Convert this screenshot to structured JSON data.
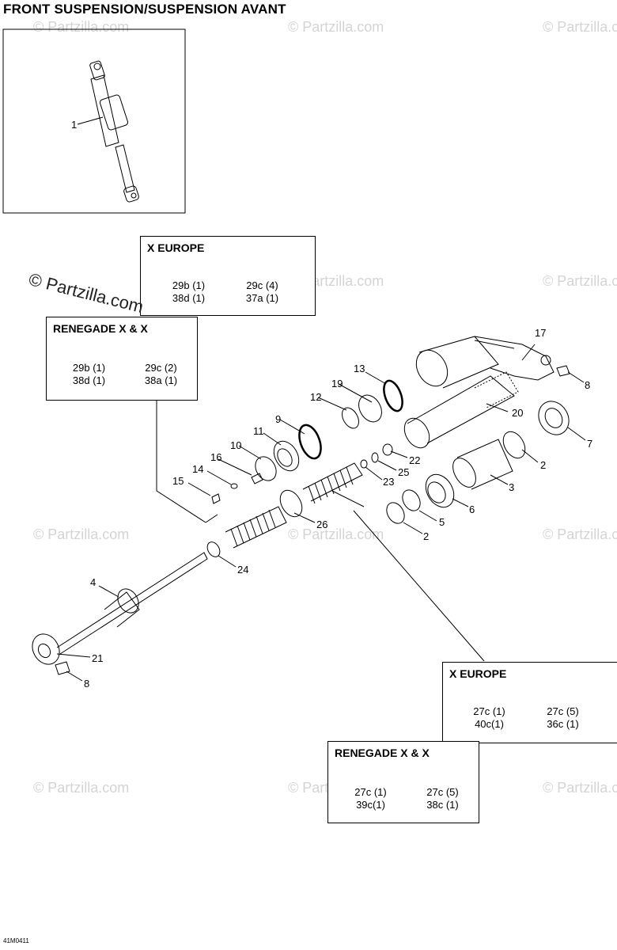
{
  "title": "FRONT SUSPENSION/SUSPENSION AVANT",
  "figure_code": "41M0411",
  "watermark": "© Partzilla.com",
  "callouts": [
    "1",
    "2",
    "3",
    "4",
    "5",
    "6",
    "7",
    "8",
    "9",
    "10",
    "11",
    "12",
    "13",
    "14",
    "15",
    "16",
    "17",
    "19",
    "20",
    "21",
    "22",
    "23",
    "24",
    "25",
    "26"
  ],
  "callouts_dup": [
    "2",
    "8"
  ],
  "boxes": {
    "x_europe_top": {
      "header": "X EUROPE",
      "rows": [
        [
          "29b (1)",
          "29c (4)"
        ],
        [
          "38d (1)",
          "37a (1)"
        ]
      ]
    },
    "renegade_top": {
      "header": "RENEGADE X & X",
      "rows": [
        [
          "29b (1)",
          "29c (2)"
        ],
        [
          "38d (1)",
          "38a (1)"
        ]
      ]
    },
    "x_europe_bottom": {
      "header": "X EUROPE",
      "rows": [
        [
          "27c (1)",
          "27c (5)"
        ],
        [
          "40c(1)",
          "36c (1)"
        ]
      ]
    },
    "renegade_bottom": {
      "header": "RENEGADE X & X",
      "rows": [
        [
          "27c (1)",
          "27c (5)"
        ],
        [
          "39c(1)",
          "38c (1)"
        ]
      ]
    }
  }
}
